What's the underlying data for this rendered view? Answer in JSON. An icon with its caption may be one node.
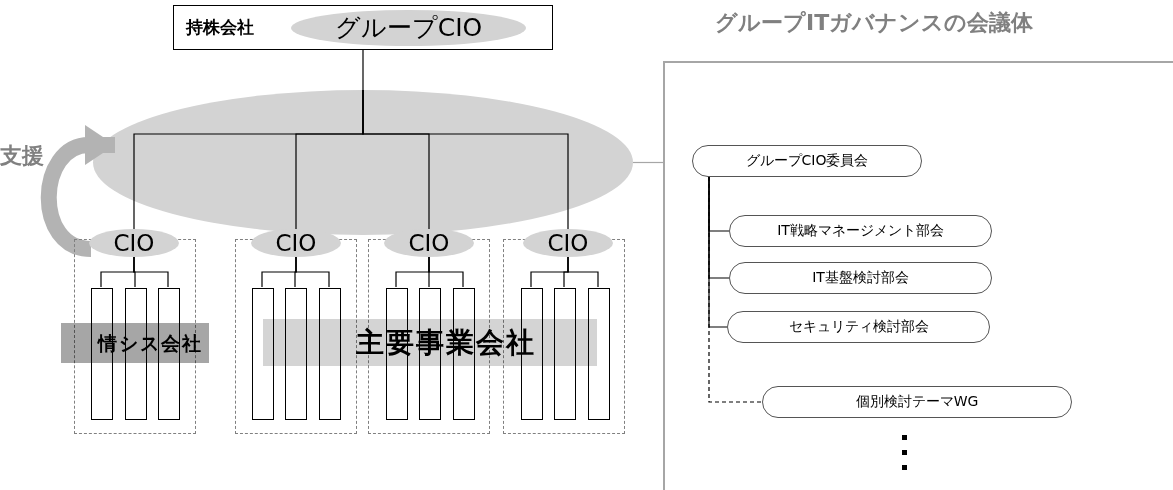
{
  "diagram": {
    "nodes": [
      {
        "text": [
          "持株会社"
        ]
      },
      {
        "text": [
          "グループCIO"
        ],
        "in": 0
      },
      {
        "text": [],
        "shape": "ellipse"
      },
      {
        "text": [],
        "shape": "box"
      },
      {
        "text": [
          "CIO"
        ]
      },
      {
        "text": [],
        "shape": "bar",
        "in": 3
      },
      {
        "text": [],
        "shape": "bar",
        "in": 3
      },
      {
        "text": [],
        "shape": "bar",
        "in": 3
      },
      {
        "text": [],
        "shape": "box"
      },
      {
        "text": [
          "CIO"
        ]
      },
      {
        "text": [],
        "shape": "bar",
        "in": 8
      },
      {
        "text": [],
        "shape": "bar",
        "in": 8
      },
      {
        "text": [],
        "shape": "bar",
        "in": 8
      },
      {
        "text": [],
        "shape": "box"
      },
      {
        "text": [
          "CIO"
        ]
      },
      {
        "text": [],
        "shape": "bar",
        "in": 13
      },
      {
        "text": [],
        "shape": "bar",
        "in": 13
      },
      {
        "text": [],
        "shape": "bar",
        "in": 13
      },
      {
        "text": [],
        "shape": "box"
      },
      {
        "text": [
          "CIO"
        ]
      },
      {
        "text": [],
        "shape": "bar",
        "in": 18
      },
      {
        "text": [],
        "shape": "bar",
        "in": 18
      },
      {
        "text": [],
        "shape": "bar",
        "in": 18
      },
      {
        "text": [
          "情シス会社"
        ]
      },
      {
        "text": [
          "主要事業会社"
        ]
      },
      {
        "text": [
          "グループITガバナンスの会議体"
        ]
      },
      {
        "text": [
          "グループCIO委員会"
        ],
        "in": 25
      },
      {
        "text": [
          "IT戦略マネージメント部会"
        ],
        "in": 25
      },
      {
        "text": [
          "IT基盤検討部会"
        ],
        "in": 25
      },
      {
        "text": [
          "セキュリティ検討部会"
        ],
        "in": 25
      },
      {
        "text": [
          "個別検討テーマWG"
        ],
        "in": 25
      }
    ],
    "edges": [
      {
        "from": 0,
        "to": 2,
        "arrow": "none"
      },
      {
        "from": 2,
        "to": 4,
        "arrow": "none"
      },
      {
        "from": 2,
        "to": 9,
        "arrow": "none"
      },
      {
        "from": 2,
        "to": 14,
        "arrow": "none"
      },
      {
        "from": 2,
        "to": 19,
        "arrow": "none"
      },
      {
        "from": 4,
        "to": 5,
        "arrow": "none"
      },
      {
        "from": 4,
        "to": 6,
        "arrow": "none"
      },
      {
        "from": 4,
        "to": 7,
        "arrow": "none"
      },
      {
        "from": 9,
        "to": 10,
        "arrow": "none"
      },
      {
        "from": 9,
        "to": 11,
        "arrow": "none"
      },
      {
        "from": 9,
        "to": 12,
        "arrow": "none"
      },
      {
        "from": 14,
        "to": 15,
        "arrow": "none"
      },
      {
        "from": 14,
        "to": 16,
        "arrow": "none"
      },
      {
        "from": 14,
        "to": 17,
        "arrow": "none"
      },
      {
        "from": 19,
        "to": 20,
        "arrow": "none"
      },
      {
        "from": 19,
        "to": 21,
        "arrow": "none"
      },
      {
        "from": 19,
        "to": 22,
        "arrow": "none"
      },
      {
        "from": 4,
        "to": 2,
        "arrow": "to",
        "label": "支援",
        "style": "thick",
        "color": "#b3b3b3"
      },
      {
        "from": 2,
        "to": 25,
        "arrow": "none",
        "color": "#a6a6a6"
      },
      {
        "from": 26,
        "to": 27,
        "arrow": "none"
      },
      {
        "from": 26,
        "to": 28,
        "arrow": "none"
      },
      {
        "from": 26,
        "to": 29,
        "arrow": "none"
      },
      {
        "from": 26,
        "to": 30,
        "arrow": "none",
        "style": "dashed"
      }
    ]
  }
}
